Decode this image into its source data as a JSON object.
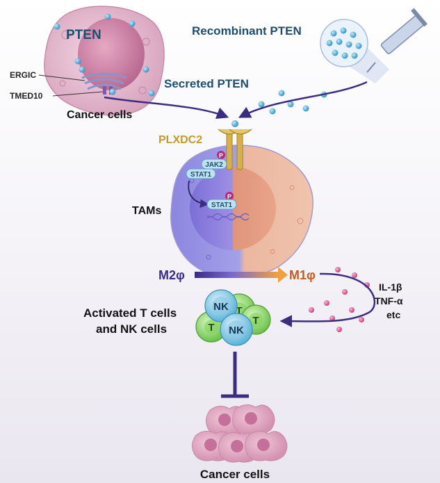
{
  "labels": {
    "pten": "PTEN",
    "recombinant_pten": "Recombinant PTEN",
    "ergic": "ERGIC",
    "tmed10": "TMED10",
    "secreted_pten": "Secreted PTEN",
    "cancer_cells_top": "Cancer cells",
    "plxdc2": "PLXDC2",
    "jak2": "JAK2",
    "stat1_top": "STAT1",
    "stat1_nuclear": "STAT1",
    "phospho_1": "P",
    "phospho_2": "P",
    "tams": "TAMs",
    "m2": "M2φ",
    "m1": "M1φ",
    "cytokine_1": "IL-1β",
    "cytokine_2": "TNF-α",
    "cytokine_3": "etc",
    "activated_line1": "Activated T cells",
    "activated_line2": "and NK cells",
    "cell_t_1": "T",
    "cell_t_2": "T",
    "cell_t_3": "T",
    "cell_nk_1": "NK",
    "cell_nk_2": "NK",
    "cancer_cells_bottom": "Cancer cells"
  },
  "colors": {
    "navy_text": "#1f4d6e",
    "gold_text": "#c49a2a",
    "m2_purple": "#3a2a8a",
    "m1_orange": "#c85a20",
    "pten_dot": "#3fa9d8",
    "cytokine_dot": "#d94f86",
    "cancer_cell": "#dcaec4",
    "arrow": "#3b2e82"
  }
}
